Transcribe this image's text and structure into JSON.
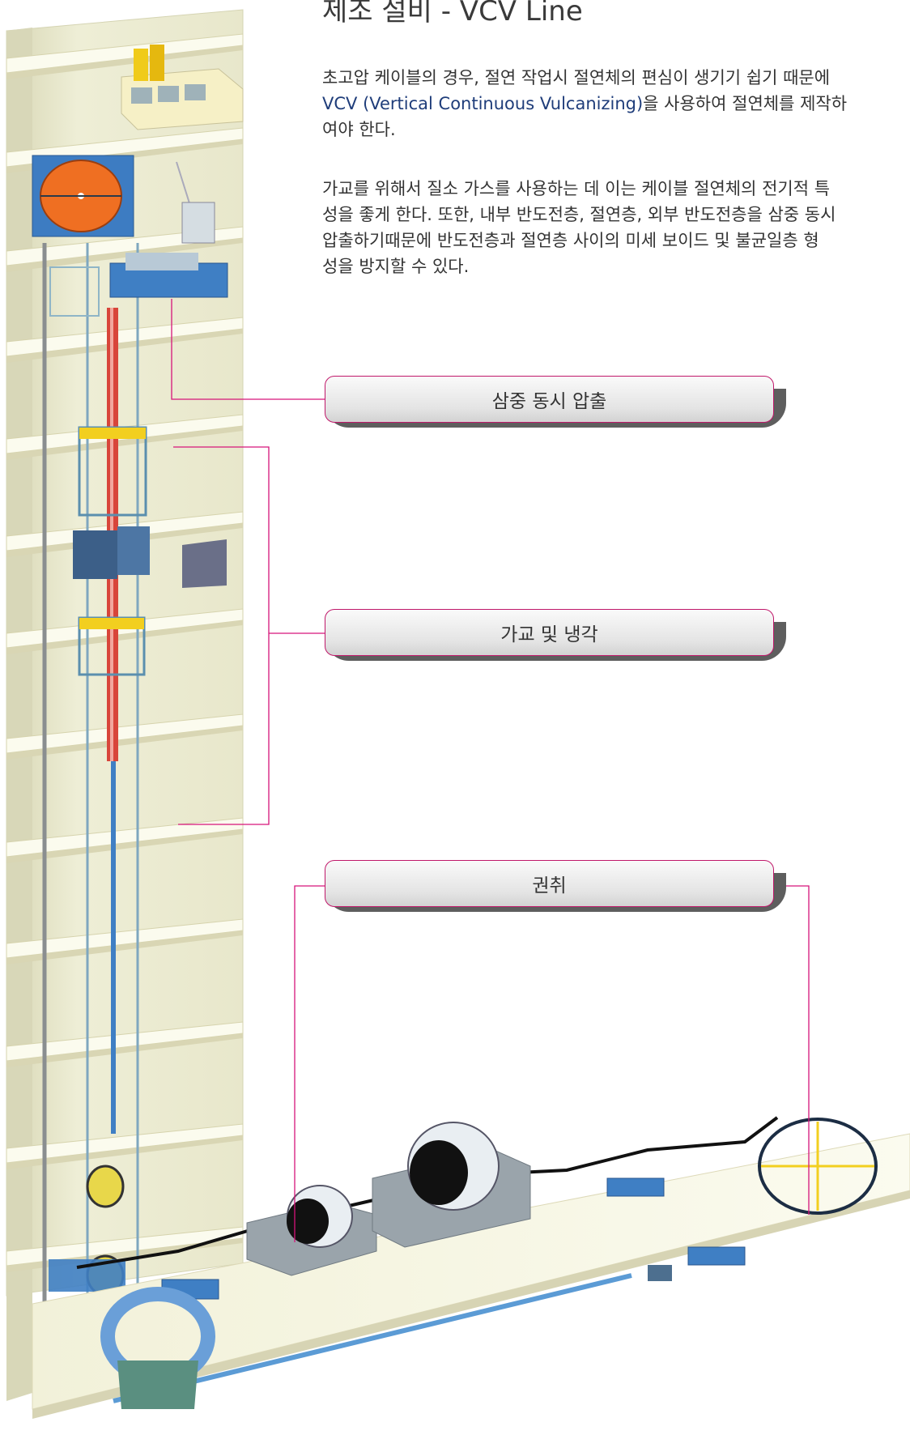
{
  "page": {
    "title": "제조 설비 - VCV Line",
    "intro_line1": "초고압 케이블의 경우, 절연 작업시 절연체의 편심이 생기기 쉽기 때문에",
    "intro_line2_highlight": "VCV (Vertical Continuous Vulcanizing)",
    "intro_line2_rest": "을 사용하여 절연체를 제작하",
    "intro_line3": "여야 한다.",
    "body_line1": "가교를 위해서 질소 가스를 사용하는 데 이는 케이블 절연체의  전기적 특",
    "body_line2": "성을 좋게 한다. 또한, 내부 반도전층, 절연층, 외부 반도전층을 삼중 동시",
    "body_line3": "압출하기때문에 반도전층과 절연층 사이의 미세 보이드 및 불균일층 형",
    "body_line4": "성을 방지할 수 있다."
  },
  "callouts": {
    "extrusion": "삼중 동시 압출",
    "crosslink": "가교 및 냉각",
    "takeup": "권취"
  },
  "colors": {
    "accent_line": "#d6147a",
    "floor": "#f4f3df",
    "wall": "#ecebcf",
    "orange_reel": "#ef6f22",
    "blue_machine": "#3f7fc4",
    "red_tube": "#d8453a"
  }
}
